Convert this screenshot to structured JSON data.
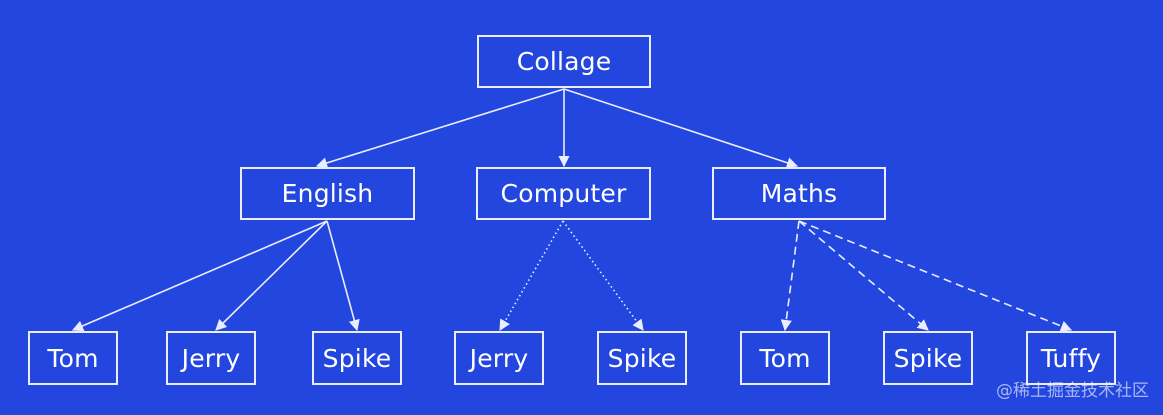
{
  "diagram": {
    "root": {
      "label": "Collage"
    },
    "subjects": [
      {
        "label": "English"
      },
      {
        "label": "Computer"
      },
      {
        "label": "Maths"
      }
    ],
    "leaves": [
      {
        "label": "Tom"
      },
      {
        "label": "Jerry"
      },
      {
        "label": "Spike"
      },
      {
        "label": "Jerry"
      },
      {
        "label": "Spike"
      },
      {
        "label": "Tom"
      },
      {
        "label": "Spike"
      },
      {
        "label": "Tuffy"
      }
    ]
  },
  "watermark": "@稀土掘金技术社区",
  "colors": {
    "background": "#2347de",
    "stroke": "#e9edff",
    "text": "#ffffff"
  }
}
